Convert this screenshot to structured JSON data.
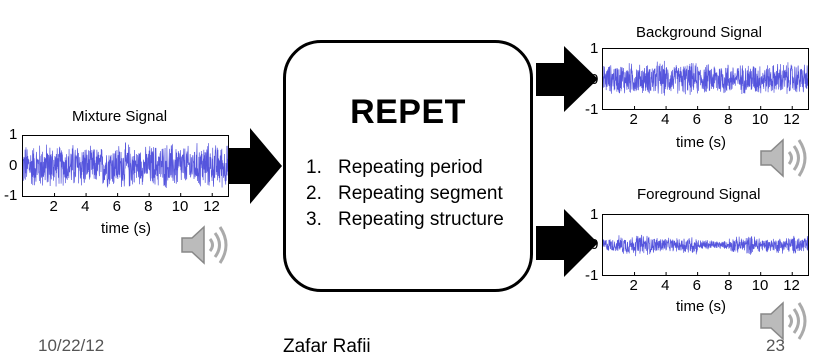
{
  "center": {
    "title": "REPET",
    "items": [
      {
        "num": "1.",
        "label": "Repeating period"
      },
      {
        "num": "2.",
        "label": "Repeating segment"
      },
      {
        "num": "3.",
        "label": "Repeating structure"
      }
    ]
  },
  "footer": {
    "date": "10/22/12",
    "author": "Zafar Rafii",
    "page": "23"
  },
  "chart_data": [
    {
      "type": "line",
      "title": "Mixture Signal",
      "xlabel": "time (s)",
      "ylabel": "",
      "xlim": [
        0,
        13
      ],
      "ylim": [
        -1,
        1
      ],
      "xticks": [
        "2",
        "4",
        "6",
        "8",
        "10",
        "12"
      ],
      "yticks": [
        "1",
        "0",
        "-1"
      ],
      "envelope": [
        0.8,
        0.85,
        0.75,
        0.85,
        0.7,
        0.8,
        0.85,
        0.7,
        0.8,
        0.85,
        0.75,
        0.85,
        0.8
      ],
      "color": "#5555dd"
    },
    {
      "type": "line",
      "title": "Background Signal",
      "xlabel": "time (s)",
      "ylabel": "",
      "xlim": [
        0,
        13
      ],
      "ylim": [
        -1,
        1
      ],
      "xticks": [
        "2",
        "4",
        "6",
        "8",
        "10",
        "12"
      ],
      "yticks": [
        "1",
        "0",
        "-1"
      ],
      "envelope": [
        0.55,
        0.6,
        0.55,
        0.65,
        0.55,
        0.6,
        0.55,
        0.62,
        0.55,
        0.6,
        0.55,
        0.62,
        0.58
      ],
      "color": "#5555dd"
    },
    {
      "type": "line",
      "title": "Foreground Signal",
      "xlabel": "time (s)",
      "ylabel": "",
      "xlim": [
        0,
        13
      ],
      "ylim": [
        -1,
        1
      ],
      "xticks": [
        "2",
        "4",
        "6",
        "8",
        "10",
        "12"
      ],
      "yticks": [
        "1",
        "0",
        "-1"
      ],
      "envelope": [
        0.25,
        0.35,
        0.4,
        0.3,
        0.25,
        0.35,
        0.2,
        0.15,
        0.3,
        0.35,
        0.25,
        0.3,
        0.35
      ],
      "color": "#5555dd"
    }
  ]
}
